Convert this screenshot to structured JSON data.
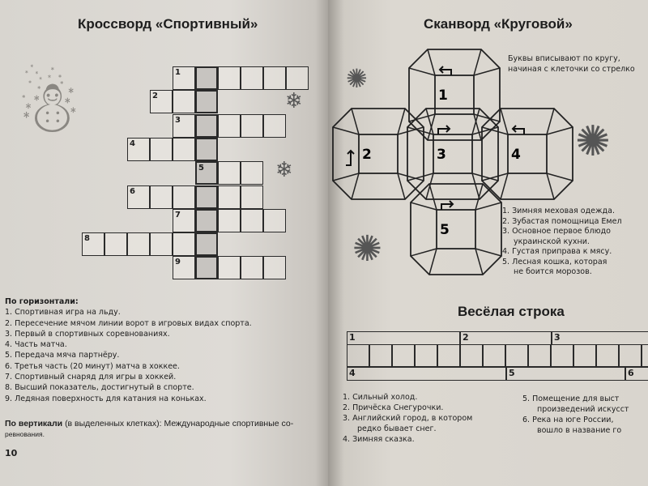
{
  "left_page": {
    "title": "Кроссворд «Спортивный»",
    "crossword_numbers": [
      "1",
      "2",
      "3",
      "4",
      "5",
      "6",
      "7",
      "8",
      "9"
    ],
    "across_heading": "По горизонтали:",
    "across": [
      "1. Спортивная игра на льду.",
      "2. Пересечение мячом линии ворот в игровых видах спорта.",
      "3. Первый в спортивных соревнованиях.",
      "4. Часть матча.",
      "5. Передача мяча партнёру.",
      "6. Третья часть (20 минут) матча в хоккее.",
      "7. Спортивный снаряд для игры в хоккей.",
      "8. Высший показатель, достигнутый в спорте.",
      "9. Ледяная поверхность для катания на коньках."
    ],
    "down_heading": "По вертикали",
    "down_text": "(в выделенных клетках): Международные спортивные со-",
    "down_text_cont": "ревнования.",
    "page_number": "10"
  },
  "right_page": {
    "title": "Сканворд «Круговой»",
    "instruction_1": "Буквы вписывают по кругу,",
    "instruction_2": "начиная с клеточки со стрелко",
    "ring_numbers": [
      "1",
      "2",
      "3",
      "4",
      "5"
    ],
    "ring_clues": [
      "1. Зимняя меховая одежда.",
      "2. Зубастая помощница Емел",
      "3. Основное первое блюдо",
      "украинской кухни.",
      "4. Густая приправа к мясу.",
      "5. Лесная кошка, которая",
      "не боится морозов."
    ],
    "strip_title": "Весёлая строка",
    "strip_numbers": [
      "1",
      "2",
      "3",
      "4",
      "5",
      "6"
    ],
    "strip_clues_left": [
      "1. Сильный холод.",
      "2. Причёска Снегурочки.",
      "3. Английский город, в котором",
      "редко бывает снег.",
      "4. Зимняя сказка."
    ],
    "strip_clues_right": [
      "5. Помещение для выст",
      "произведений искусст",
      "6. Река на юге России,",
      "вошло в название го"
    ]
  }
}
